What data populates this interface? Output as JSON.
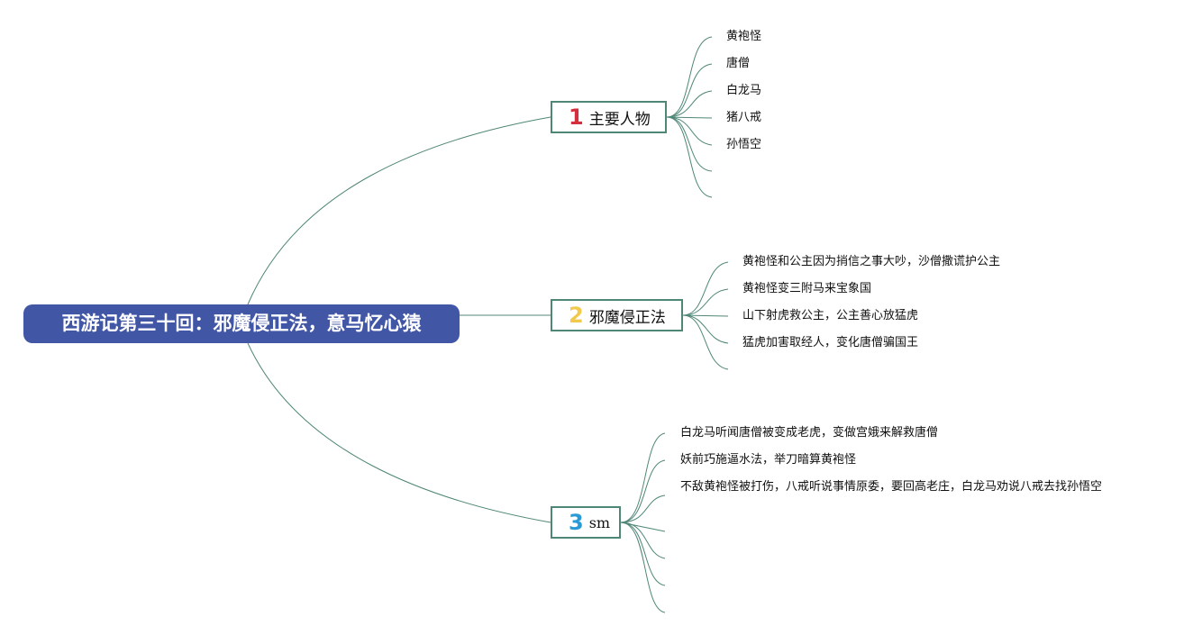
{
  "central_topic": "西游记第三十回：邪魔侵正法，意马忆心猿",
  "colors": {
    "central_fill": "#4256a6",
    "connector": "#4f8777",
    "num_1": "#d32f3f",
    "num_2": "#f2c94c",
    "num_3": "#2a9ad6"
  },
  "branches": [
    {
      "number": "1",
      "title": "主要人物",
      "leaves": [
        "黄袍怪",
        "唐僧",
        "白龙马",
        "猪八戒",
        "孙悟空",
        "",
        ""
      ]
    },
    {
      "number": "2",
      "title": "邪魔侵正法",
      "leaves": [
        "黄袍怪和公主因为捎信之事大吵，沙僧撒谎护公主",
        "黄袍怪变三附马来宝象国",
        "山下射虎救公主，公主善心放猛虎",
        "猛虎加害取经人，变化唐僧骗国王",
        ""
      ]
    },
    {
      "number": "3",
      "title": "sm",
      "leaves": [
        "白龙马听闻唐僧被变成老虎，变做宫娥来解救唐僧",
        "妖前巧施逼水法，举刀暗算黄袍怪",
        "不敌黄袍怪被打伤，八戒听说事情原委，要回高老庄，白龙马劝说八戒去找孙悟空",
        "",
        "",
        "",
        ""
      ]
    }
  ]
}
